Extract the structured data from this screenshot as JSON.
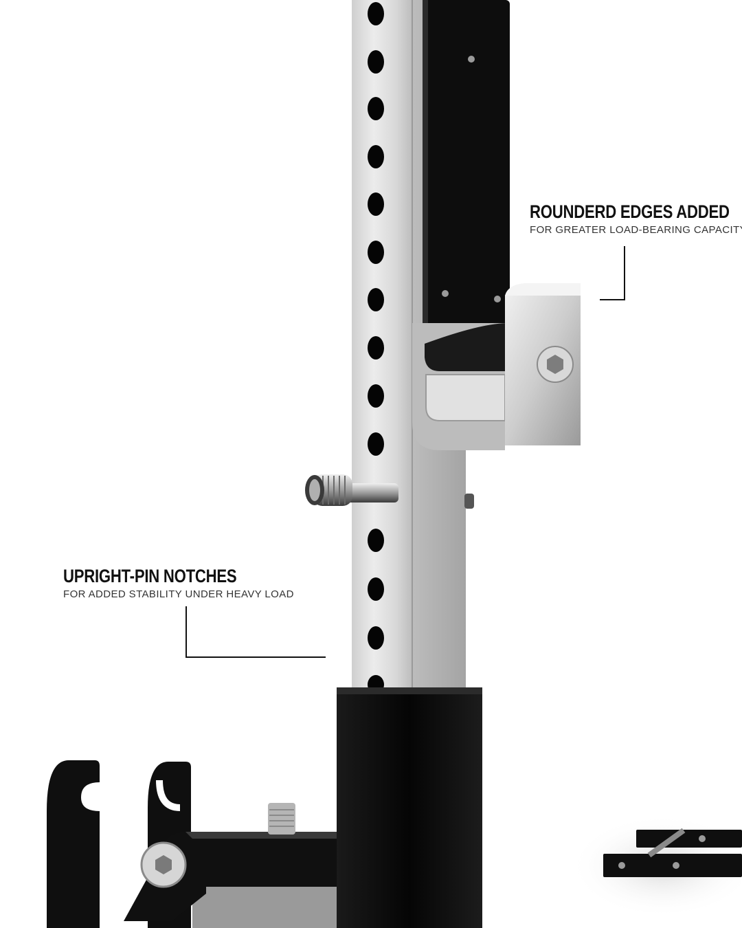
{
  "colors": {
    "background": "#ffffff",
    "steel_light": "#e6e6e6",
    "steel_mid": "#c4c4c4",
    "steel_dark": "#8c8c8c",
    "black_part": "#0c0c0c",
    "text": "#111111"
  },
  "callouts": [
    {
      "title": "ROUNDERD EDGES ADDED",
      "subtitle": "FOR GREATER LOAD-BEARING CAPACITY"
    },
    {
      "title": "UPRIGHT-PIN NOTCHES",
      "subtitle": "FOR ADDED STABILITY UNDER HEAVY LOAD"
    }
  ],
  "icons": {
    "pin": "pin-icon",
    "hex_bolt": "hex-bolt-icon"
  }
}
